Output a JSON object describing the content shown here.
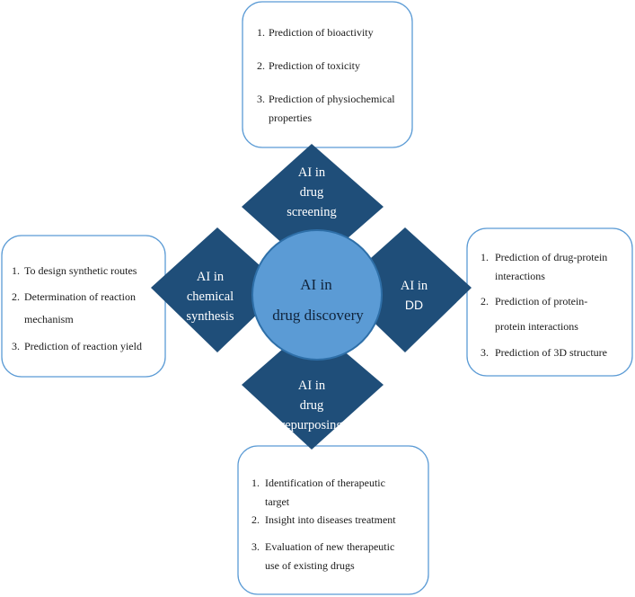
{
  "colors": {
    "diamond_fill": "#1f4e79",
    "center_fill": "#5b9bd5",
    "center_stroke": "#2e6fa8",
    "box_stroke": "#5b9bd5"
  },
  "center": {
    "line1": "AI in",
    "line2": "drug discovery"
  },
  "diamonds": {
    "top": {
      "lines": [
        "AI in",
        "drug",
        "screening"
      ]
    },
    "left": {
      "lines": [
        "AI in",
        "chemical",
        "synthesis"
      ]
    },
    "right": {
      "lines": [
        "AI in",
        "DD"
      ]
    },
    "bottom": {
      "lines": [
        "AI in",
        "drug",
        "repurposing"
      ]
    }
  },
  "boxes": {
    "top": {
      "items": [
        {
          "num": "1.",
          "lines": [
            "Prediction of bioactivity"
          ]
        },
        {
          "num": "2.",
          "lines": [
            "Prediction of toxicity"
          ]
        },
        {
          "num": "3.",
          "lines": [
            "Prediction of physiochemical",
            "properties"
          ]
        }
      ]
    },
    "left": {
      "items": [
        {
          "num": "1.",
          "lines": [
            "To design synthetic routes"
          ]
        },
        {
          "num": "2.",
          "lines": [
            "Determination of reaction",
            "mechanism"
          ]
        },
        {
          "num": "3.",
          "lines": [
            "Prediction of reaction yield"
          ]
        }
      ]
    },
    "right": {
      "items": [
        {
          "num": "1.",
          "lines": [
            "Prediction of drug-protein",
            "interactions"
          ]
        },
        {
          "num": "2.",
          "lines": [
            "Prediction of protein-",
            "protein interactions"
          ]
        },
        {
          "num": "3.",
          "lines": [
            "Prediction of 3D structure"
          ]
        }
      ]
    },
    "bottom": {
      "items": [
        {
          "num": "1.",
          "lines": [
            "Identification of therapeutic",
            "target"
          ]
        },
        {
          "num": "2.",
          "lines": [
            "Insight into diseases treatment"
          ]
        },
        {
          "num": "3.",
          "lines": [
            "Evaluation of new therapeutic",
            "use of existing drugs"
          ]
        }
      ]
    }
  }
}
